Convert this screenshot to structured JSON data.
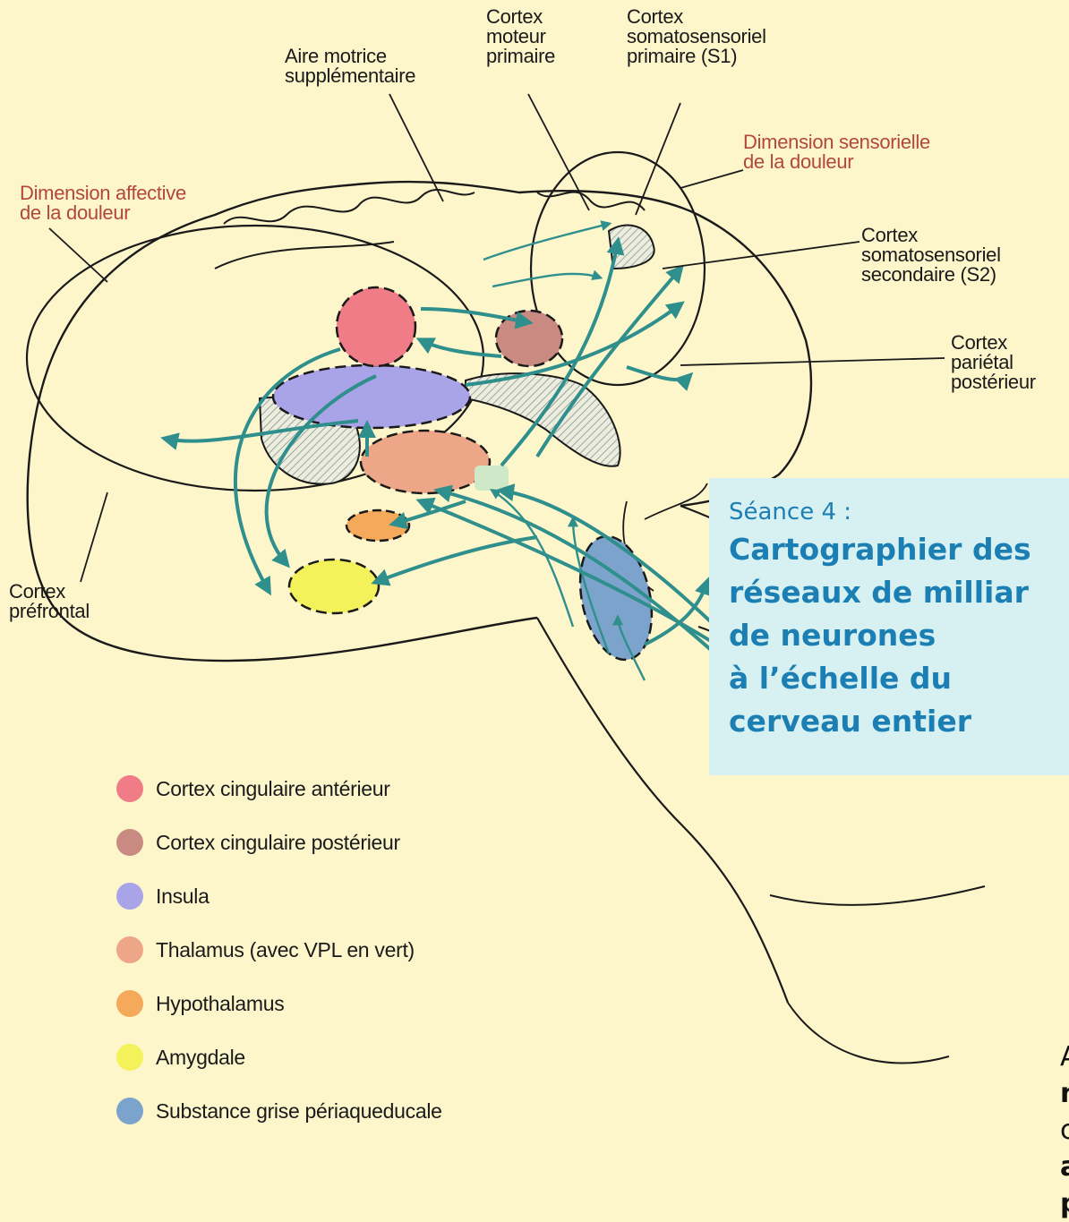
{
  "labels": {
    "aire_motrice": "Aire motrice\nsupplémentaire",
    "cortex_moteur": "Cortex\nmoteur\nprimaire",
    "cortex_s1": "Cortex\nsomatosensoriel\nprimaire (S1)",
    "dim_sensorielle": "Dimension sensorielle\nde la douleur",
    "dim_affective": "Dimension affective\nde la douleur",
    "cortex_s2": "Cortex\nsomatosensoriel\nsecondaire (S2)",
    "cortex_parietal": "Cortex\npariétal\npostérieur",
    "cortex_prefrontal": "Cortex\npréfrontal"
  },
  "legend": [
    {
      "label": "Cortex cingulaire antérieur",
      "color": "#f07c88"
    },
    {
      "label": "Cortex cingulaire postérieur",
      "color": "#c98a82"
    },
    {
      "label": "Insula",
      "color": "#a9a3e8"
    },
    {
      "label": "Thalamus (avec VPL en vert)",
      "color": "#eda788"
    },
    {
      "label": "Hypothalamus",
      "color": "#f5a95a"
    },
    {
      "label": "Amygdale",
      "color": "#f4f25a"
    },
    {
      "label": "Substance grise périaqueducale",
      "color": "#7ca3cc"
    }
  ],
  "seance": {
    "kicker": "Séance 4 :",
    "title": "Cartographier des\nréseaux de milliar\nde neurones\nà l’échelle du\ncerveau entier"
  },
  "side_text": [
    "A",
    "n",
    "c",
    "a",
    "p"
  ],
  "colors": {
    "background": "#fdf6cb",
    "pathway": "#2f8f8c",
    "outline": "#1a1a1a",
    "accent_title": "#1c7fb3",
    "callout_bg": "#d7f1f2",
    "vpl": "#cfe8c8"
  }
}
